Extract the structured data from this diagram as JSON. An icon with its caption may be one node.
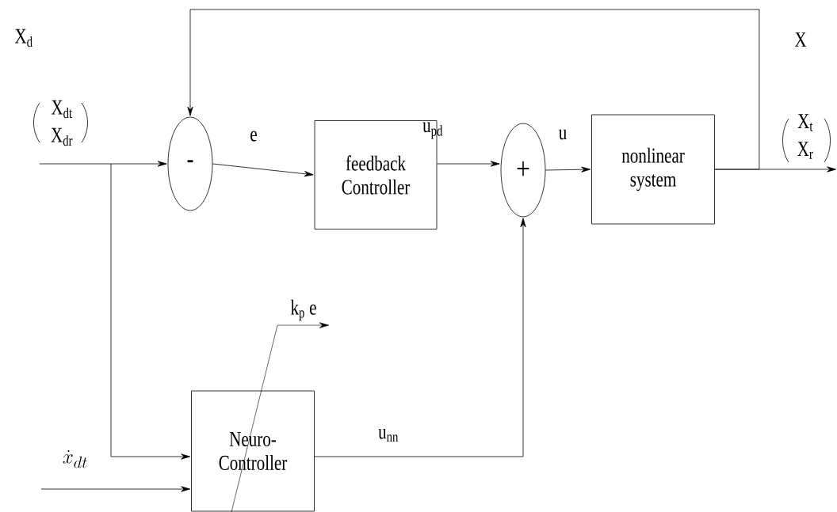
{
  "diagram": {
    "nodes": [
      {
        "text": [
          "-"
        ]
      },
      {
        "text": [
          "feedback Controller"
        ]
      },
      {
        "text": [
          "+"
        ]
      },
      {
        "text": [
          "nonlinear system"
        ]
      },
      {
        "text": [
          "Neuro- Controller"
        ]
      }
    ],
    "edges": [
      {
        "from": null,
        "to": 0,
        "arrow": "to"
      },
      {
        "from": null,
        "to": 4,
        "arrow": "to"
      },
      {
        "from": 0,
        "to": 1,
        "arrow": "to",
        "label": "e"
      },
      {
        "from": 1,
        "to": 2,
        "arrow": "to",
        "label": "u$_{pd}$"
      },
      {
        "from": 2,
        "to": 3,
        "arrow": "to",
        "label": "u"
      },
      {
        "from": 3,
        "to": null,
        "arrow": "to"
      },
      {
        "from": 3,
        "to": 0,
        "arrow": "to"
      },
      {
        "from": null,
        "to": 4,
        "arrow": "to"
      },
      {
        "from": 4,
        "to": 2,
        "arrow": "to",
        "label": "u$_{nn}$"
      }
    ],
    "labels": [
      "X$_{d}$",
      "X$_{dt}$",
      "X$_{dr}$",
      "X",
      "X$_{t}$",
      "X$_{r}$",
      "k$_{p}$ e",
      "\\dot{x}_{dt}"
    ]
  }
}
